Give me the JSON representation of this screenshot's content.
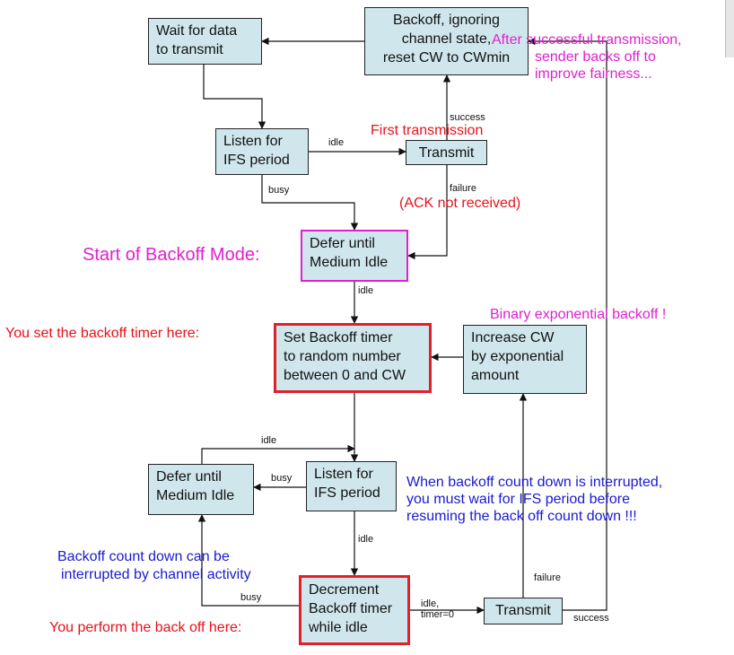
{
  "boxes": {
    "wait": [
      "Wait for data",
      "to transmit"
    ],
    "backoff_top": [
      "Backoff, ignoring",
      "channel state,",
      "reset CW to CWmin"
    ],
    "listen_top": [
      "Listen for",
      "IFS period"
    ],
    "transmit_top": [
      "Transmit"
    ],
    "defer_top": [
      "Defer until",
      "Medium Idle"
    ],
    "set_timer": [
      "Set Backoff timer",
      "to random number",
      "between 0 and CW"
    ],
    "increase_cw": [
      "Increase CW",
      "by exponential",
      "amount"
    ],
    "defer_bottom": [
      "Defer until",
      "Medium Idle"
    ],
    "listen_bottom": [
      "Listen for",
      "IFS period"
    ],
    "decrement": [
      "Decrement",
      "Backoff timer",
      "while idle"
    ],
    "transmit_bottom": [
      "Transmit"
    ]
  },
  "edge_labels": {
    "success_top": "success",
    "idle_top": "idle",
    "busy_top": "busy",
    "failure_top": "failure",
    "idle_defer": "idle",
    "idle_loop": "idle",
    "busy_bottom": "busy",
    "idle_listen": "idle",
    "failure_bottom": "failure",
    "busy_decrement": "busy",
    "idle_timer": [
      "idle,",
      "timer=0"
    ],
    "success_bottom": "success"
  },
  "annotations": {
    "after_success": [
      "After successful transmission,",
      "sender backs off to",
      "improve fairness..."
    ],
    "first_transmission": "First transmission",
    "ack_not_received": "(ACK not received)",
    "start_backoff": "Start of Backoff Mode:",
    "binary_exp": "Binary exponential backoff !",
    "set_timer_here": "You set the backoff timer here:",
    "interrupted_wait": [
      "When backoff count down is interrupted,",
      "you must wait for IFS period before",
      "resuming the back off count down !!!"
    ],
    "count_down_interrupted": [
      "Backoff count down can be",
      "interrupted by channel activity"
    ],
    "perform_here": "You perform the back off here:"
  },
  "colors": {
    "box_fill": "#cfe7ec",
    "magenta": "#e020d0",
    "red": "#e8111b",
    "blue": "#1a1ad0",
    "line": "#111111"
  }
}
